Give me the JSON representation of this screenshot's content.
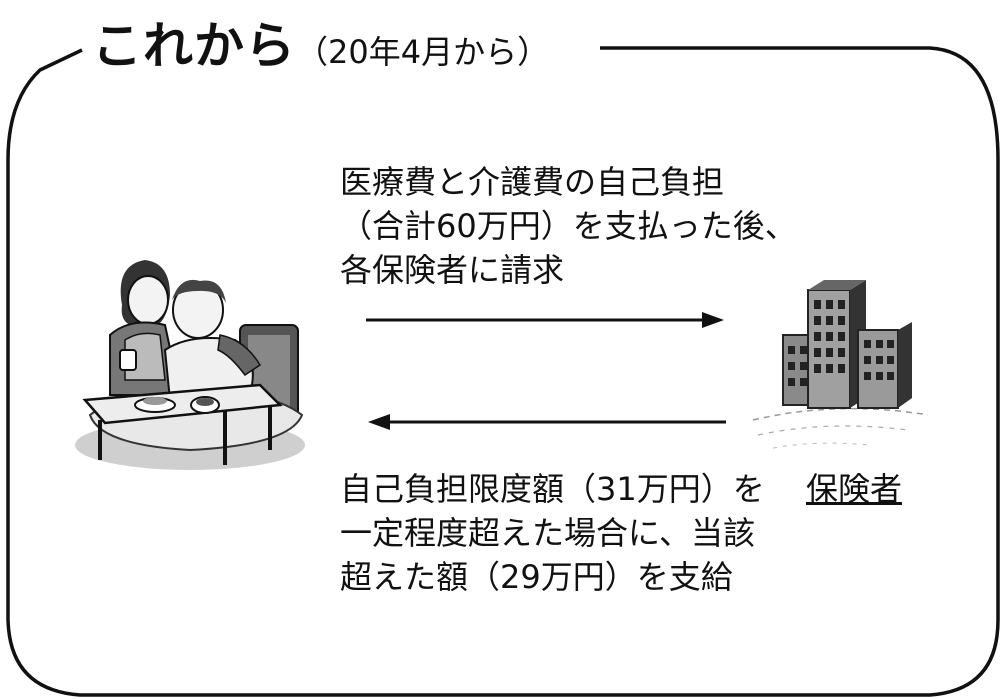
{
  "title": {
    "main": "これから",
    "sub": "（20年4月から）"
  },
  "request": {
    "lines": [
      "医療費と介護費の自己負担",
      "（合計60万円）を支払った後、",
      "各保険者に請求"
    ]
  },
  "payment": {
    "lines": [
      "自己負担限度額（31万円）を",
      "一定程度超えた場合に、当該",
      "超えた額（29万円）を支給"
    ]
  },
  "insurer_label": "保険者",
  "icons": {
    "people": "caregiver-and-patient-illustration",
    "building": "insurer-building-icon"
  }
}
